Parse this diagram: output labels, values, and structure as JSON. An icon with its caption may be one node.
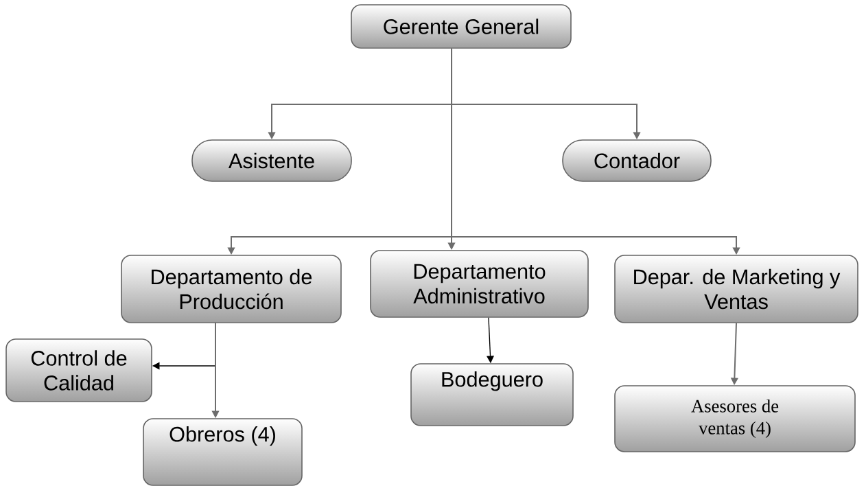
{
  "diagram": {
    "nodes": [
      {
        "text": [
          "Gerente General"
        ]
      },
      {
        "text": [
          "Asistente"
        ]
      },
      {
        "text": [
          "Contador"
        ]
      },
      {
        "text": [
          "Departamento de Producción"
        ]
      },
      {
        "text": [
          "Departamento Administrativo"
        ]
      },
      {
        "text": [
          "Depar. de Marketing y Ventas"
        ]
      },
      {
        "text": [
          "Control de Calidad"
        ]
      },
      {
        "text": [
          "Obreros (4)"
        ]
      },
      {
        "text": [
          "Bodeguero"
        ]
      },
      {
        "text": [
          "Asesores de ventas (4)"
        ]
      }
    ],
    "edges": [
      {
        "from": 0,
        "to": 1,
        "arrow": "to"
      },
      {
        "from": 0,
        "to": 2,
        "arrow": "to"
      },
      {
        "from": 0,
        "to": 3,
        "arrow": "to"
      },
      {
        "from": 0,
        "to": 4,
        "arrow": "to"
      },
      {
        "from": 0,
        "to": 5,
        "arrow": "to"
      },
      {
        "from": 3,
        "to": 6,
        "arrow": "to",
        "color": "#000000"
      },
      {
        "from": 3,
        "to": 7,
        "arrow": "to"
      },
      {
        "from": 4,
        "to": 8,
        "arrow": "to",
        "color": "#000000"
      },
      {
        "from": 5,
        "to": 9,
        "arrow": "to"
      }
    ]
  }
}
